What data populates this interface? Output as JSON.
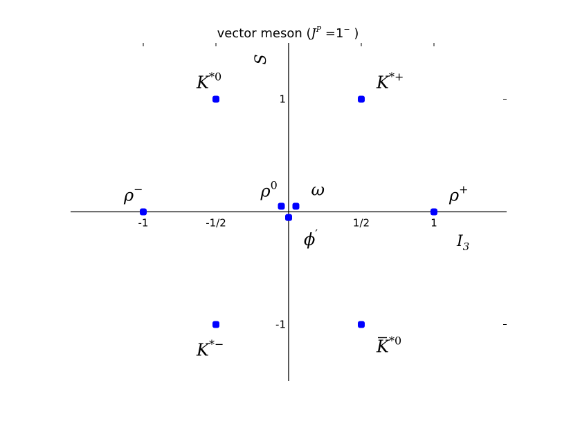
{
  "chart_data": {
    "type": "scatter",
    "title": "vector meson (J^P =1^- )",
    "title_parts": {
      "prefix": "vector meson (",
      "J": "J",
      "P": "P",
      "eq": " =1",
      "minus": "−",
      "suffix": " )"
    },
    "xlabel": {
      "base": "I",
      "sub": "3"
    },
    "ylabel": "S",
    "xlim": [
      -1.5,
      1.5
    ],
    "ylim": [
      -1.5,
      1.5
    ],
    "x_ticks": [
      {
        "value": -1,
        "label": "-1"
      },
      {
        "value": -0.5,
        "label": "-1/2"
      },
      {
        "value": 0.5,
        "label": "1/2"
      },
      {
        "value": 1,
        "label": "1"
      }
    ],
    "y_ticks": [
      {
        "value": 1,
        "label": "1"
      },
      {
        "value": -1,
        "label": "-1"
      }
    ],
    "marker_color": "#0000ff",
    "points": [
      {
        "x": -0.5,
        "y": 1,
        "label_base": "K",
        "label_sup": "*0",
        "label_bar": false,
        "label_pos": "above"
      },
      {
        "x": 0.5,
        "y": 1,
        "label_base": "K",
        "label_sup": "*+",
        "label_bar": false,
        "label_pos": "above-right"
      },
      {
        "x": -1,
        "y": 0,
        "label_base": "ρ",
        "label_sup": "−",
        "label_bar": false,
        "label_pos": "above"
      },
      {
        "x": -0.05,
        "y": 0.05,
        "label_base": "ρ",
        "label_sup": "0",
        "label_bar": false,
        "label_pos": "above-left"
      },
      {
        "x": 0.05,
        "y": 0.05,
        "label_base": "ω",
        "label_sup": "",
        "label_bar": false,
        "label_pos": "above-right"
      },
      {
        "x": 0,
        "y": -0.05,
        "label_base": "ϕ",
        "label_sup": "′",
        "label_bar": false,
        "label_pos": "below-right"
      },
      {
        "x": 1,
        "y": 0,
        "label_base": "ρ",
        "label_sup": "+",
        "label_bar": false,
        "label_pos": "above-right"
      },
      {
        "x": -0.5,
        "y": -1,
        "label_base": "K",
        "label_sup": "*−",
        "label_bar": false,
        "label_pos": "below"
      },
      {
        "x": 0.5,
        "y": -1,
        "label_base": "K",
        "label_sup": "*0",
        "label_bar": true,
        "label_pos": "below-right"
      }
    ]
  }
}
